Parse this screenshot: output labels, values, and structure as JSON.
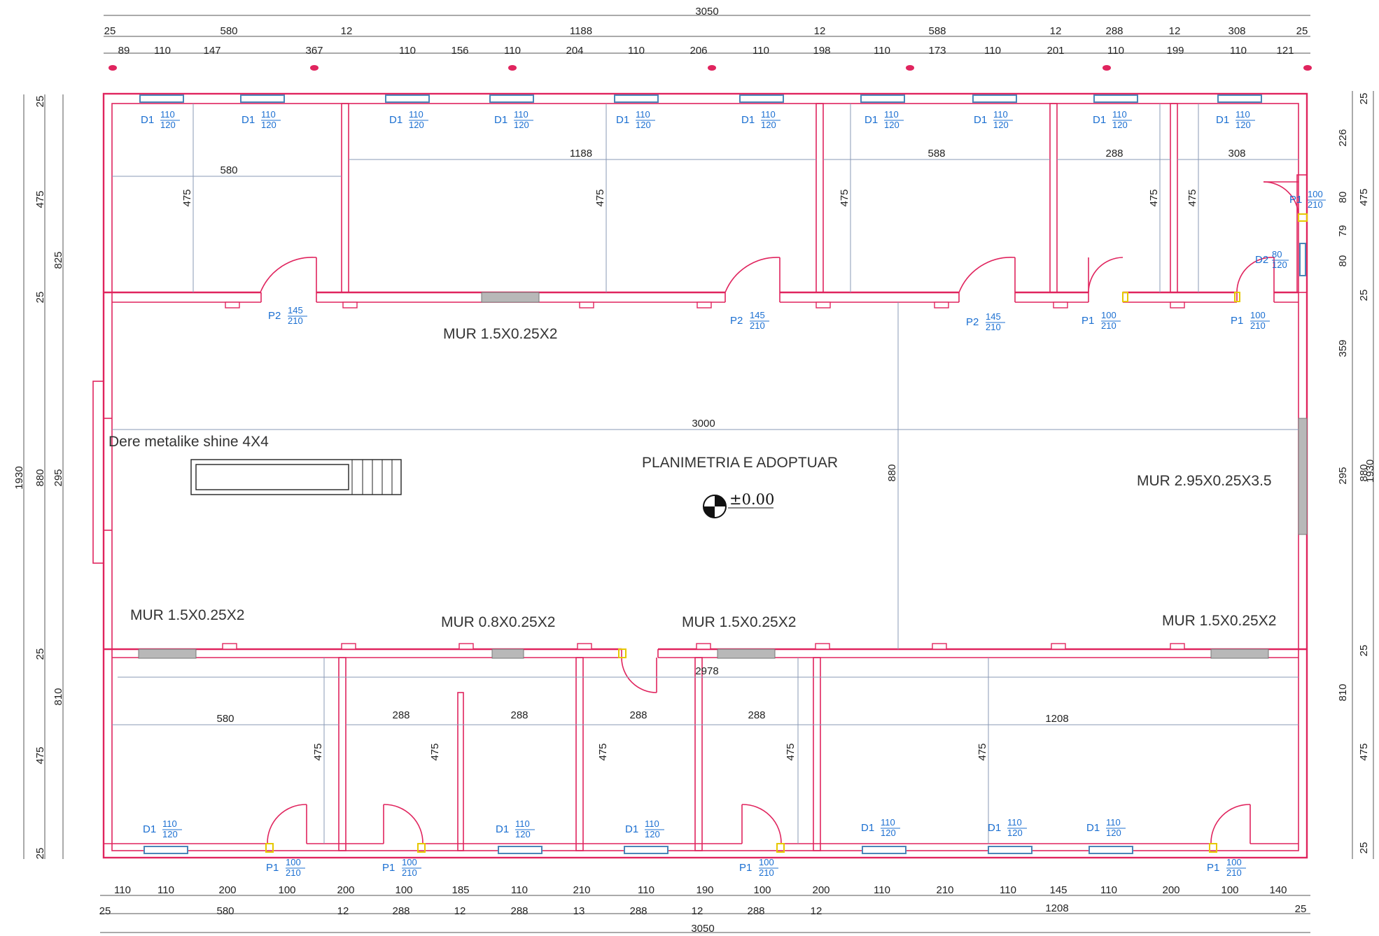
{
  "title": "PLANIMETRIA E ADOPTUAR",
  "level": "±0.00",
  "gate_note": "Dere metalike shine 4X4",
  "walls": {
    "north_corr": "MUR 1.5X0.25X2",
    "east": "MUR 2.95X0.25X3.5",
    "south_1": "MUR 1.5X0.25X2",
    "south_2": "MUR 0.8X0.25X2",
    "south_3": "MUR 1.5X0.25X2",
    "south_4": "MUR 1.5X0.25X2"
  },
  "dims_top_total": "3050",
  "dims_top_row1": [
    "25",
    "580",
    "12",
    "1188",
    "12",
    "588",
    "12",
    "288",
    "12",
    "308",
    "25"
  ],
  "dims_top_row2": [
    "89",
    "110",
    "147",
    "367",
    "110",
    "156",
    "110",
    "204",
    "110",
    "206",
    "110",
    "198",
    "110",
    "173",
    "110",
    "201",
    "110",
    "199",
    "110",
    "121"
  ],
  "dims_bottom_row1": [
    "110",
    "110",
    "200",
    "100",
    "200",
    "100",
    "185",
    "110",
    "210",
    "110",
    "190",
    "100",
    "200",
    "110",
    "210",
    "110",
    "145",
    "110",
    "200",
    "100",
    "140"
  ],
  "dims_bottom_row2": [
    "25",
    "580",
    "12",
    "288",
    "12",
    "288",
    "13",
    "288",
    "12",
    "288",
    "12",
    "1208",
    "25"
  ],
  "dims_bottom_total": "3050",
  "dims_left": {
    "a": "25",
    "b": "475",
    "c": "825",
    "d": "25",
    "e": "295",
    "f": "880",
    "g": "1930",
    "h": "25",
    "i": "810",
    "j": "475",
    "k": "25"
  },
  "dims_right": {
    "a": "25",
    "b": "226",
    "c": "475",
    "d": "80",
    "e": "79",
    "f": "80",
    "g": "25",
    "h": "359",
    "i": "295",
    "j": "880",
    "k": "1930",
    "l": "25",
    "m": "810",
    "n": "475",
    "o": "25"
  },
  "rooms_north": [
    {
      "w": "580",
      "h": "475"
    },
    {
      "w": "1188",
      "h": "475"
    },
    {
      "w": "588",
      "h": "475"
    },
    {
      "w": "288",
      "h": "475"
    },
    {
      "w": "308",
      "h": "475"
    }
  ],
  "rooms_south": [
    {
      "w": "580",
      "h": "475"
    },
    {
      "w": "288",
      "h": "475"
    },
    {
      "w": "288",
      "h": "475"
    },
    {
      "w": "288",
      "h": "475"
    },
    {
      "w": "288",
      "h": "475"
    },
    {
      "w": "1208",
      "h": "475"
    }
  ],
  "corridor": {
    "w": "3000",
    "h": "880",
    "w2": "2978"
  },
  "windows_D1": {
    "tag": "D1",
    "num": "110",
    "den": "120"
  },
  "window_D2": {
    "tag": "D2",
    "num": "80",
    "den": "120"
  },
  "door_P1": {
    "tag": "P1",
    "num": "100",
    "den": "210"
  },
  "door_P2": {
    "tag": "P2",
    "num": "145",
    "den": "210"
  },
  "colors": {
    "wall": "#e0245e",
    "tag": "#1b6fd1",
    "window": "#4a86b8",
    "door_marker": "#e6c800"
  }
}
